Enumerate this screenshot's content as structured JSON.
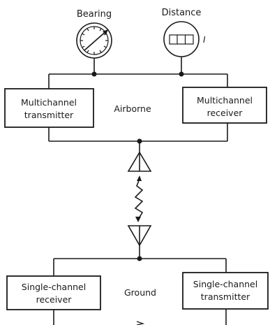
{
  "gauges": {
    "bearing": {
      "label": "Bearing",
      "icon": "dial-gauge-icon"
    },
    "distance": {
      "label": "Distance",
      "icon": "digital-counter-icon",
      "note": "I"
    }
  },
  "airborne": {
    "label": "Airborne",
    "transmitter": {
      "line1": "Multichannel",
      "line2": "transmitter"
    },
    "receiver": {
      "line1": "Multichannel",
      "line2": "receiver"
    },
    "antenna_icon": "antenna-triangle-icon"
  },
  "link": {
    "icon": "radio-link-zigzag-icon"
  },
  "ground": {
    "label": "Ground",
    "receiver": {
      "line1": "Single-channel",
      "line2": "receiver"
    },
    "transmitter": {
      "line1": "Single-channel",
      "line2": "transmitter"
    },
    "antenna_icon": "antenna-inverted-triangle-icon"
  }
}
